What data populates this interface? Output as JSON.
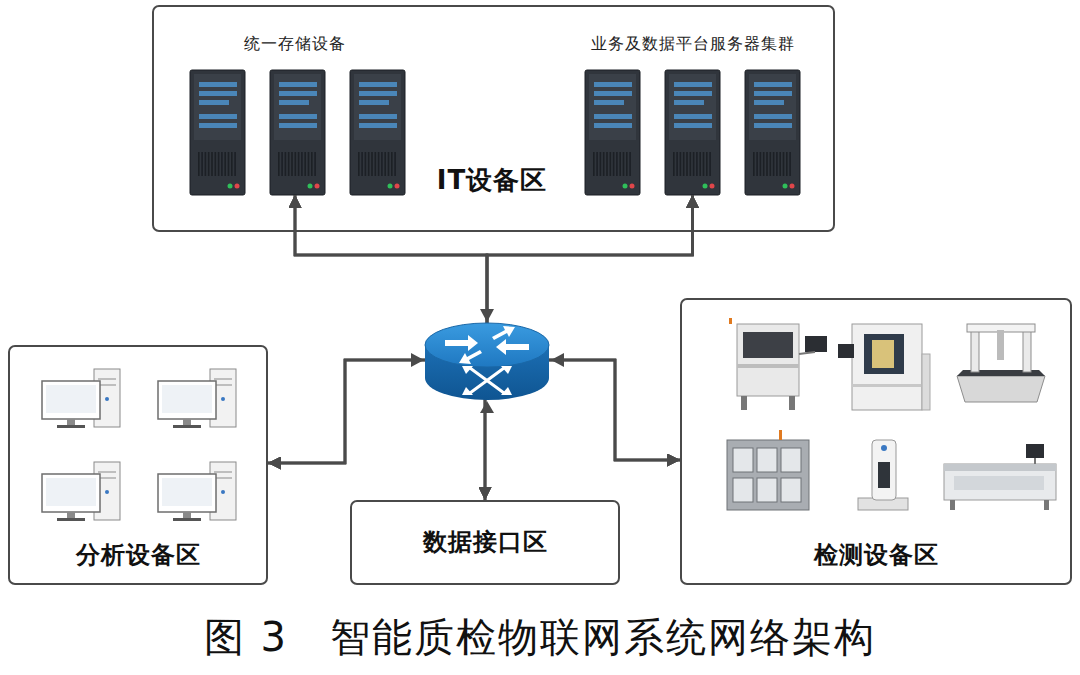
{
  "diagram": {
    "caption": "图 3　智能质检物联网系统网络架构",
    "nodes": [
      {
        "text": [
          "IT设备区"
        ]
      },
      {
        "text": [
          "统一存储设备"
        ],
        "in": 0
      },
      {
        "text": [
          "业务及数据平台服务器集群"
        ],
        "in": 0
      },
      {
        "text": [
          "分析设备区"
        ]
      },
      {
        "text": [
          "数据接口区"
        ]
      },
      {
        "text": [
          "检测设备区"
        ]
      }
    ],
    "edges": [
      {
        "from": 1,
        "to": 2,
        "arrow": "both"
      },
      {
        "from": 1,
        "to": 3,
        "arrow": "both"
      },
      {
        "from": 1,
        "to": 4,
        "arrow": "both"
      },
      {
        "from": 1,
        "to": 5,
        "arrow": "both"
      },
      {
        "from": 2,
        "to": 3,
        "arrow": "both"
      },
      {
        "from": 2,
        "to": 4,
        "arrow": "both"
      },
      {
        "from": 2,
        "to": 5,
        "arrow": "both"
      },
      {
        "from": 3,
        "to": 4,
        "arrow": "both"
      },
      {
        "from": 3,
        "to": 5,
        "arrow": "both"
      },
      {
        "from": 4,
        "to": 5,
        "arrow": "both"
      }
    ]
  }
}
